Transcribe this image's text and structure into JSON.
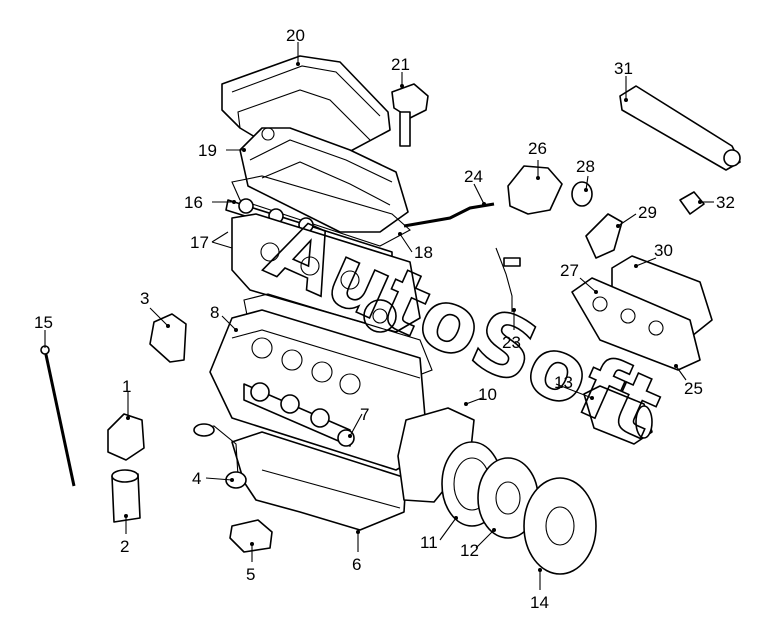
{
  "watermark": "AutoSoft",
  "callouts": [
    {
      "id": "c1",
      "text": "1"
    },
    {
      "id": "c2",
      "text": "2"
    },
    {
      "id": "c3",
      "text": "3"
    },
    {
      "id": "c4",
      "text": "4"
    },
    {
      "id": "c5",
      "text": "5"
    },
    {
      "id": "c6",
      "text": "6"
    },
    {
      "id": "c7",
      "text": "7"
    },
    {
      "id": "c8",
      "text": "8"
    },
    {
      "id": "c10",
      "text": "10"
    },
    {
      "id": "c11",
      "text": "11"
    },
    {
      "id": "c12",
      "text": "12"
    },
    {
      "id": "c13",
      "text": "13"
    },
    {
      "id": "c14",
      "text": "14"
    },
    {
      "id": "c15",
      "text": "15"
    },
    {
      "id": "c16",
      "text": "16"
    },
    {
      "id": "c17",
      "text": "17"
    },
    {
      "id": "c18",
      "text": "18"
    },
    {
      "id": "c19",
      "text": "19"
    },
    {
      "id": "c20",
      "text": "20"
    },
    {
      "id": "c21",
      "text": "21"
    },
    {
      "id": "c23",
      "text": "23"
    },
    {
      "id": "c24",
      "text": "24"
    },
    {
      "id": "c25",
      "text": "25"
    },
    {
      "id": "c26",
      "text": "26"
    },
    {
      "id": "c27",
      "text": "27"
    },
    {
      "id": "c28",
      "text": "28"
    },
    {
      "id": "c29",
      "text": "29"
    },
    {
      "id": "c30",
      "text": "30"
    },
    {
      "id": "c31",
      "text": "31"
    },
    {
      "id": "c32",
      "text": "32"
    }
  ]
}
